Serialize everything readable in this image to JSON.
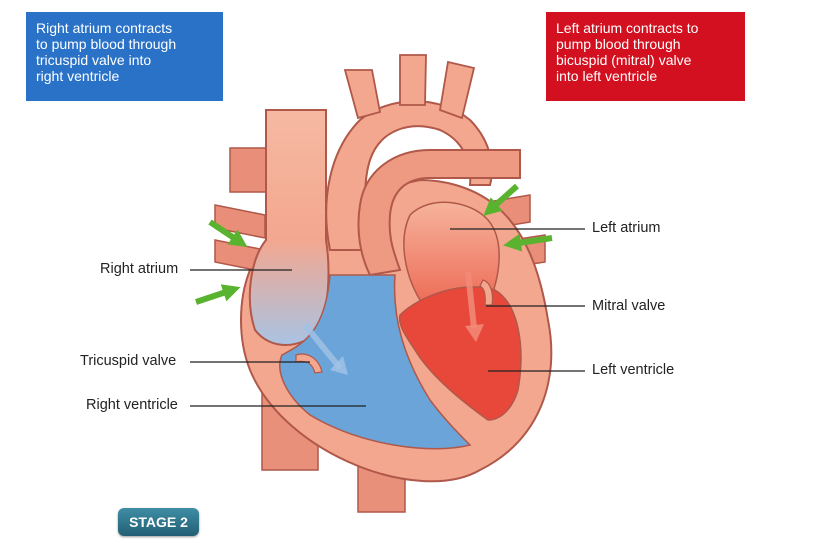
{
  "callouts": {
    "right": {
      "lines": [
        "Right atrium contracts",
        "to pump blood through",
        "tricuspid valve into",
        "right ventricle"
      ],
      "color": "#2a72c8"
    },
    "left": {
      "lines": [
        "Left atrium contracts to",
        "pump blood through",
        "bicuspid (mitral) valve",
        "into left ventricle"
      ],
      "color": "#d3101f"
    }
  },
  "labels": {
    "right_atrium": "Right atrium",
    "tricuspid_valve": "Tricuspid valve",
    "right_ventricle": "Right ventricle",
    "left_atrium": "Left atrium",
    "mitral_valve": "Mitral valve",
    "left_ventricle": "Left ventricle"
  },
  "stage": "STAGE 2",
  "colors": {
    "tissue": "#f3a78f",
    "tissue_outline": "#b0584a",
    "deoxygenated_blood": "#6aa4d8",
    "oxygenated_blood": "#e8483a",
    "inflow_arrow": "#5ab32e",
    "leader_line": "#222222"
  }
}
